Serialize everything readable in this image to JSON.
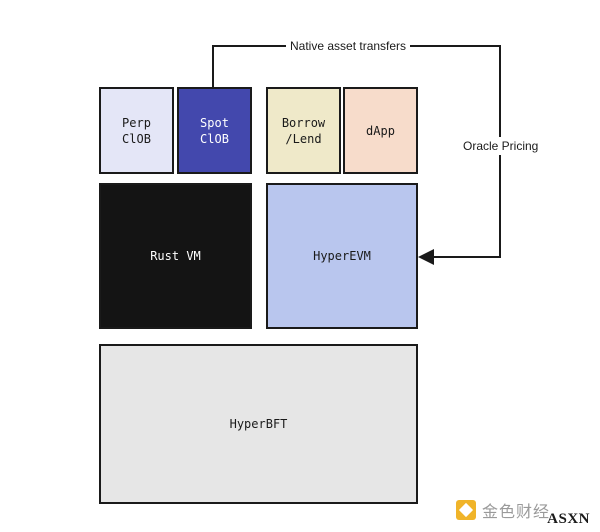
{
  "diagram": {
    "blocks": {
      "perp_clob": {
        "label": "Perp\nClOB",
        "color": "#e4e6f7"
      },
      "spot_clob": {
        "label": "Spot\nClOB",
        "color": "#4348ad",
        "text_color": "#ffffff"
      },
      "borrow_lend": {
        "label": "Borrow\n/Lend",
        "color": "#efe9c9"
      },
      "dapp": {
        "label": "dApp",
        "color": "#f7dccb"
      },
      "rust_vm": {
        "label": "Rust VM",
        "color": "#141414",
        "text_color": "#ffffff"
      },
      "hyperevm": {
        "label": "HyperEVM",
        "color": "#b9c6ee"
      },
      "hyperbft": {
        "label": "HyperBFT",
        "color": "#e6e6e6"
      }
    },
    "connectors": {
      "native_asset_transfers": "Native asset transfers",
      "oracle_pricing": "Oracle Pricing"
    }
  },
  "watermark": {
    "text": "金色财经",
    "brand": "ASXN",
    "logo_color": "#f0b429"
  }
}
